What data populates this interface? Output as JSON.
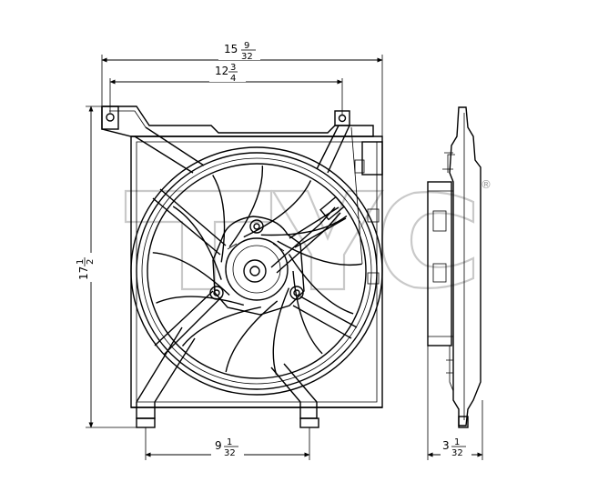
{
  "dimensions": {
    "overall_width": {
      "whole": "15",
      "num": "9",
      "den": "32"
    },
    "mount_span": {
      "whole": "12",
      "num": "3",
      "den": "4"
    },
    "overall_height": {
      "whole": "17",
      "num": "1",
      "den": "2"
    },
    "bottom_span": {
      "whole": "9",
      "num": "1",
      "den": "32"
    },
    "depth": {
      "whole": "3",
      "num": "1",
      "den": "32"
    }
  },
  "watermark": {
    "text": "TYC",
    "registered_mark": "®"
  },
  "drawing": {
    "fan_blade_count": 13
  }
}
